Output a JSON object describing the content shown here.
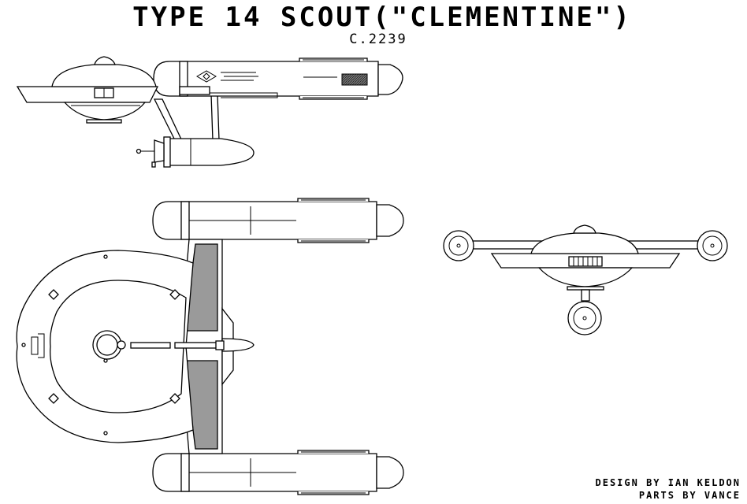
{
  "title": "TYPE 14 SCOUT(\"CLEMENTINE\")",
  "subtitle": "C.2239",
  "credits": {
    "design": "DESIGN BY IAN KELDON",
    "parts": "PARTS BY VANCE"
  }
}
